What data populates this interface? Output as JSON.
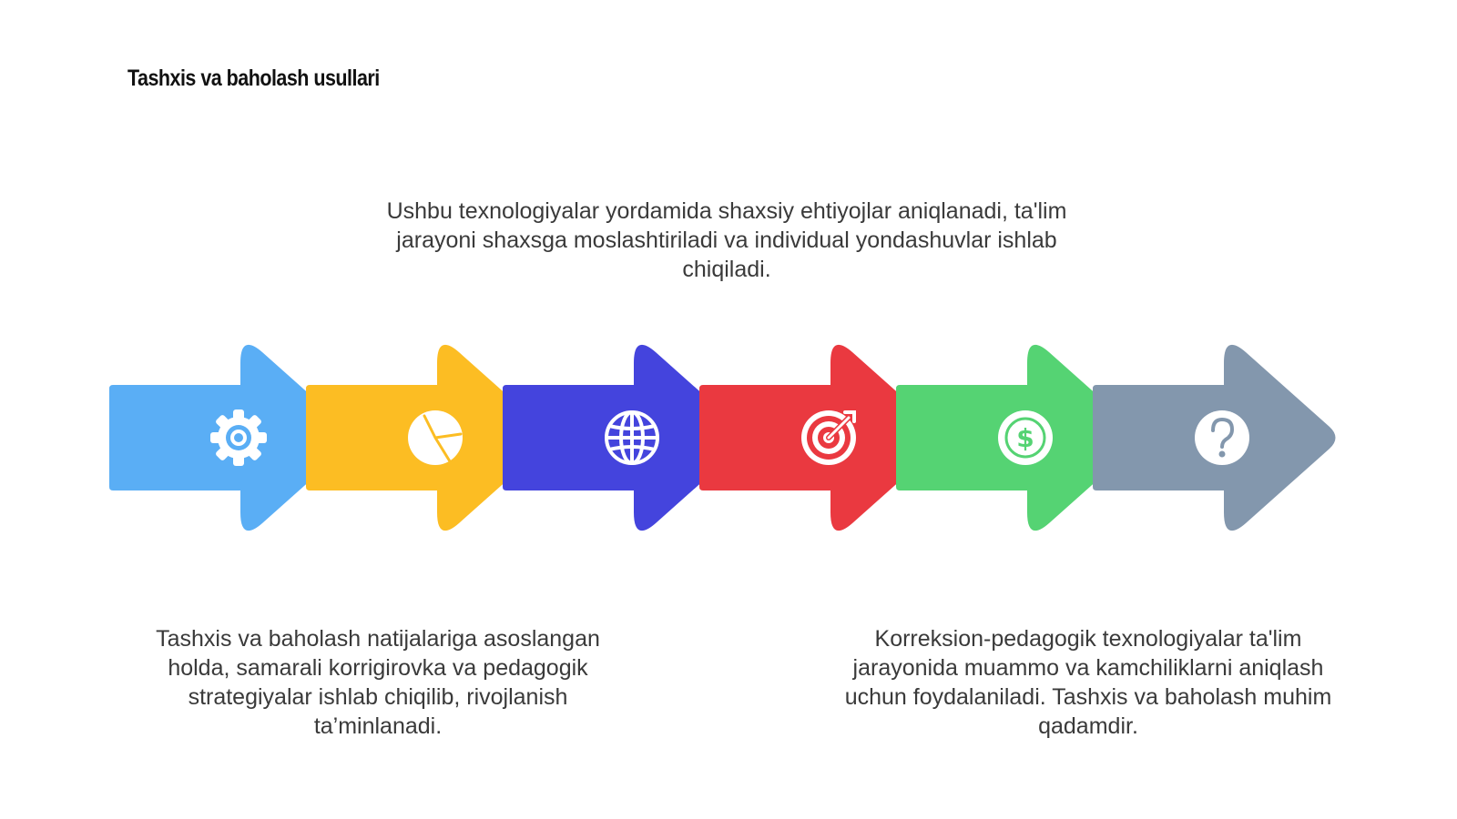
{
  "slide": {
    "title": "Tashxis va baholash usullari"
  },
  "captions": {
    "top": "Ushbu texnologiyalar yordamida shaxsiy ehtiyojlar aniqlanadi, ta'lim jarayoni shaxsga moslashtiriladi va individual yondashuvlar ishlab chiqiladi.",
    "bottom_left": "Tashxis va baholash natijalariga asoslangan holda, samarali korrigirovka va pedagogik strategiyalar ishlab chiqilib, rivojlanish ta’minlanadi.",
    "bottom_right": "Korreksion-pedagogik texnologiyalar ta'lim jarayonida muammo va kamchiliklarni aniqlash uchun foydalaniladi. Tashxis va baholash muhim qadamdir."
  },
  "arrows": [
    {
      "color": "#5aaef5",
      "icon": "gear-icon"
    },
    {
      "color": "#fcbd23",
      "icon": "pie-chart-icon"
    },
    {
      "color": "#4444dd",
      "icon": "globe-icon"
    },
    {
      "color": "#ea3940",
      "icon": "target-icon"
    },
    {
      "color": "#55d373",
      "icon": "dollar-coin-icon"
    },
    {
      "color": "#8397ad",
      "icon": "question-icon"
    }
  ]
}
